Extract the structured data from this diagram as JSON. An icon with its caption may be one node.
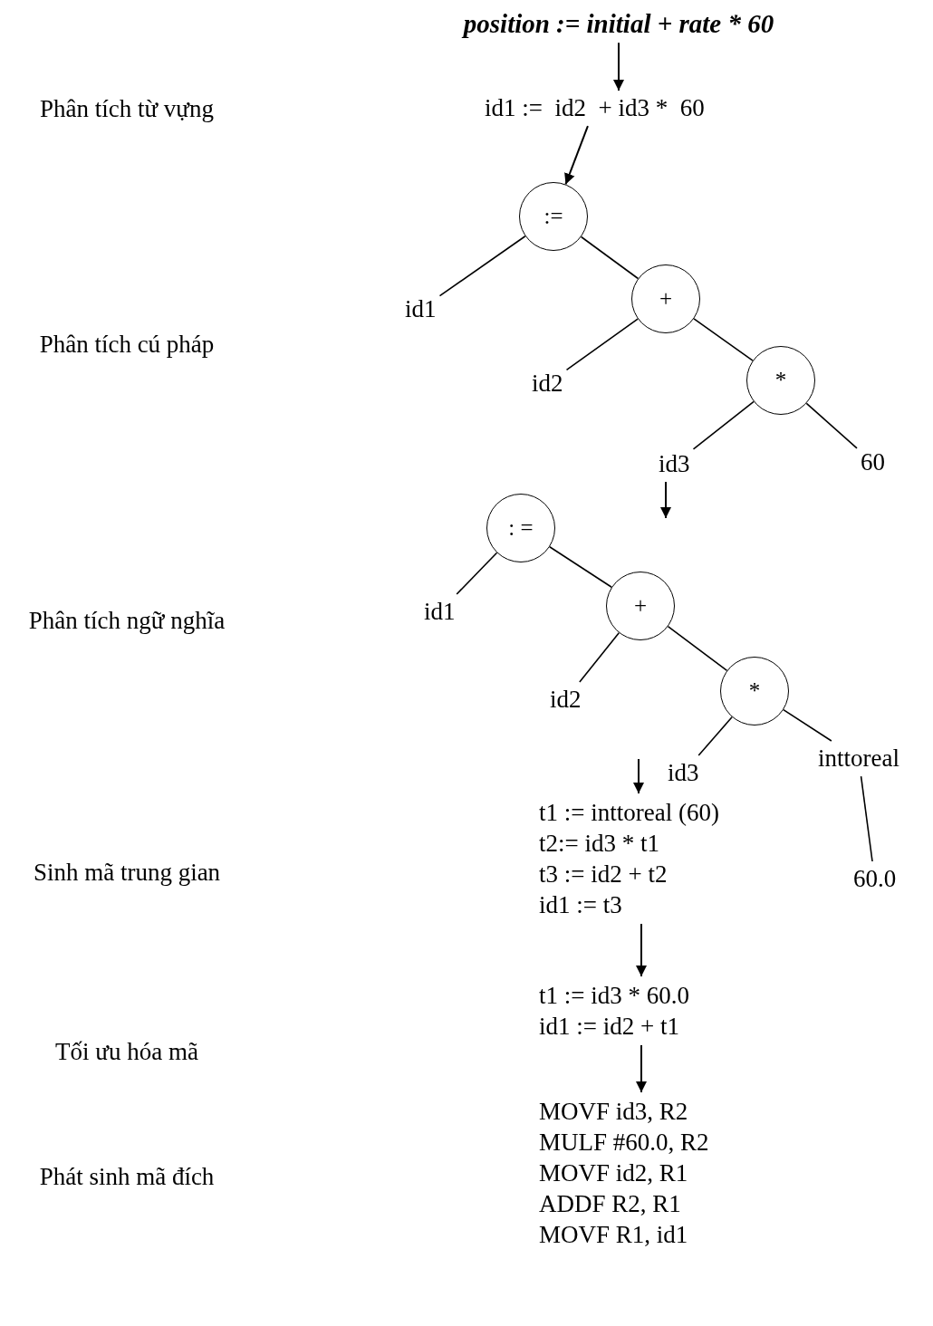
{
  "diagram": {
    "nodes": [
      {
        "text": [
          "position := initial + rate * 60"
        ]
      },
      {
        "text": [
          "id1 :=  id2  + id3 *  60"
        ]
      },
      {
        "text": [
          ":="
        ]
      },
      {
        "text": [
          "id1"
        ]
      },
      {
        "text": [
          "+"
        ]
      },
      {
        "text": [
          "id2"
        ]
      },
      {
        "text": [
          "*"
        ]
      },
      {
        "text": [
          "id3"
        ]
      },
      {
        "text": [
          "60"
        ]
      },
      {
        "text": [
          ": ="
        ]
      },
      {
        "text": [
          "id1"
        ]
      },
      {
        "text": [
          "+"
        ]
      },
      {
        "text": [
          "id2"
        ]
      },
      {
        "text": [
          "*"
        ]
      },
      {
        "text": [
          "id3"
        ]
      },
      {
        "text": [
          "inttoreal"
        ]
      },
      {
        "text": [
          "60.0"
        ]
      },
      {
        "text": [
          "t1 := inttoreal (60)",
          "t2:= id3 * t1",
          "t3 := id2 + t2",
          "id1 := t3"
        ]
      },
      {
        "text": [
          "t1 := id3 * 60.0",
          "id1 := id2 + t1"
        ]
      },
      {
        "text": [
          "MOVF id3, R2",
          "MULF #60.0, R2",
          "MOVF id2, R1",
          "ADDF R2, R1",
          "MOVF R1, id1"
        ]
      }
    ],
    "edges": [
      {
        "from": 0,
        "to": 1,
        "arrow": "to"
      },
      {
        "from": 1,
        "to": 2,
        "arrow": "to"
      },
      {
        "from": 2,
        "to": 3,
        "arrow": "none"
      },
      {
        "from": 2,
        "to": 4,
        "arrow": "none"
      },
      {
        "from": 4,
        "to": 5,
        "arrow": "none"
      },
      {
        "from": 4,
        "to": 6,
        "arrow": "none"
      },
      {
        "from": 6,
        "to": 7,
        "arrow": "none"
      },
      {
        "from": 6,
        "to": 8,
        "arrow": "none"
      },
      {
        "from": 7,
        "to": null,
        "arrow": "to"
      },
      {
        "from": 9,
        "to": 10,
        "arrow": "none"
      },
      {
        "from": 9,
        "to": 11,
        "arrow": "none"
      },
      {
        "from": 11,
        "to": 12,
        "arrow": "none"
      },
      {
        "from": 11,
        "to": 13,
        "arrow": "none"
      },
      {
        "from": 13,
        "to": 14,
        "arrow": "none"
      },
      {
        "from": 13,
        "to": 15,
        "arrow": "none"
      },
      {
        "from": 15,
        "to": 16,
        "arrow": "none"
      },
      {
        "from": null,
        "to": 17,
        "arrow": "to"
      },
      {
        "from": 17,
        "to": 18,
        "arrow": "to"
      },
      {
        "from": 18,
        "to": 19,
        "arrow": "to"
      }
    ],
    "labels": [
      "Phân tích từ vựng",
      "Phân tích cú pháp",
      "Phân tích ngữ nghĩa",
      "Sinh mã trung gian",
      "Tối ưu hóa mã",
      "Phát sinh mã đích"
    ]
  }
}
